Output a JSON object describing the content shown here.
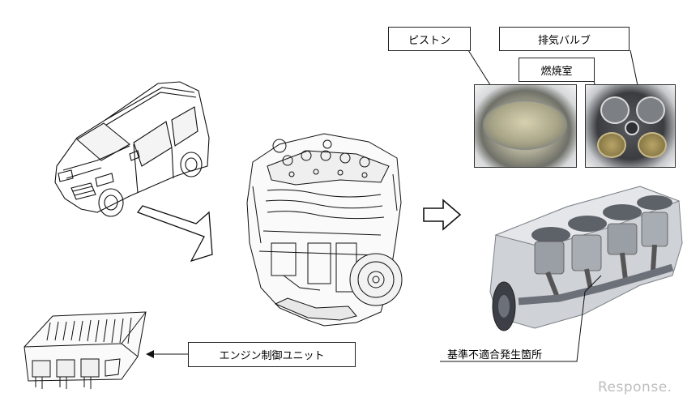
{
  "labels": {
    "piston": "ピストン",
    "exhaust_valve": "排気バルブ",
    "combustion_chamber": "燃焼室",
    "ecu": "エンジン制御ユニット",
    "nonconforming_part": "基準不適合発生箇所"
  },
  "watermark": "Response.",
  "colors": {
    "line": "#000000",
    "engine_body": "#c9ccd1",
    "piston_metal": "#8e9196",
    "watermark": "#bdbdbd"
  },
  "icons": {
    "van": "van-illustration",
    "engine": "engine-illustration",
    "ecu": "ecu-illustration",
    "engine_cutaway": "engine-cutaway-illustration"
  }
}
